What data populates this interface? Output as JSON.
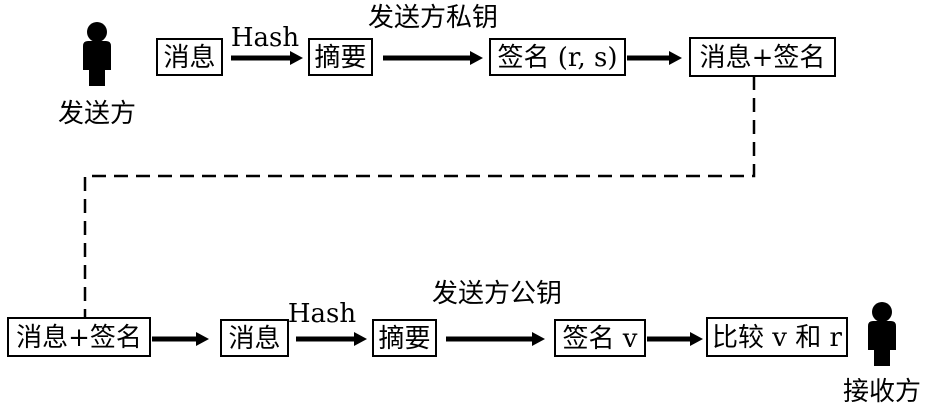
{
  "sender": {
    "label": "发送方"
  },
  "receiver": {
    "label": "接收方"
  },
  "top_row": {
    "message": "消息",
    "hash_label": "Hash",
    "digest": "摘要",
    "key_label": "发送方私钥",
    "signature": "签名 (r, s)",
    "output": "消息+签名"
  },
  "bottom_row": {
    "input": "消息+签名",
    "message": "消息",
    "hash_label": "Hash",
    "digest": "摘要",
    "key_label": "发送方公钥",
    "signature": "签名 v",
    "compare": "比较 v 和 r"
  }
}
